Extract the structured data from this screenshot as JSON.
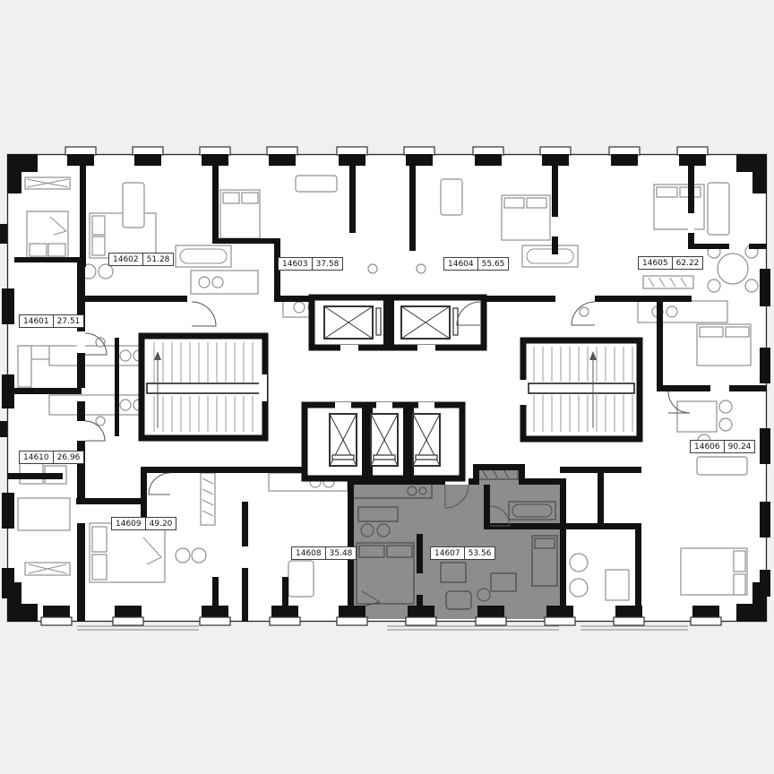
{
  "colors": {
    "background": "#f1f0ee",
    "plan": "#ffffff",
    "wall": "#121212",
    "highlight": "#8d8d8d"
  },
  "units": [
    {
      "number": "14601",
      "area": "27.51",
      "highlighted": false
    },
    {
      "number": "14602",
      "area": "51.28",
      "highlighted": false
    },
    {
      "number": "14603",
      "area": "37.58",
      "highlighted": false
    },
    {
      "number": "14604",
      "area": "55.65",
      "highlighted": false
    },
    {
      "number": "14605",
      "area": "62.22",
      "highlighted": false
    },
    {
      "number": "14606",
      "area": "90.24",
      "highlighted": false
    },
    {
      "number": "14607",
      "area": "53.56",
      "highlighted": true
    },
    {
      "number": "14608",
      "area": "35.48",
      "highlighted": false
    },
    {
      "number": "14609",
      "area": "49.20",
      "highlighted": false
    },
    {
      "number": "14610",
      "area": "26.96",
      "highlighted": false
    }
  ]
}
